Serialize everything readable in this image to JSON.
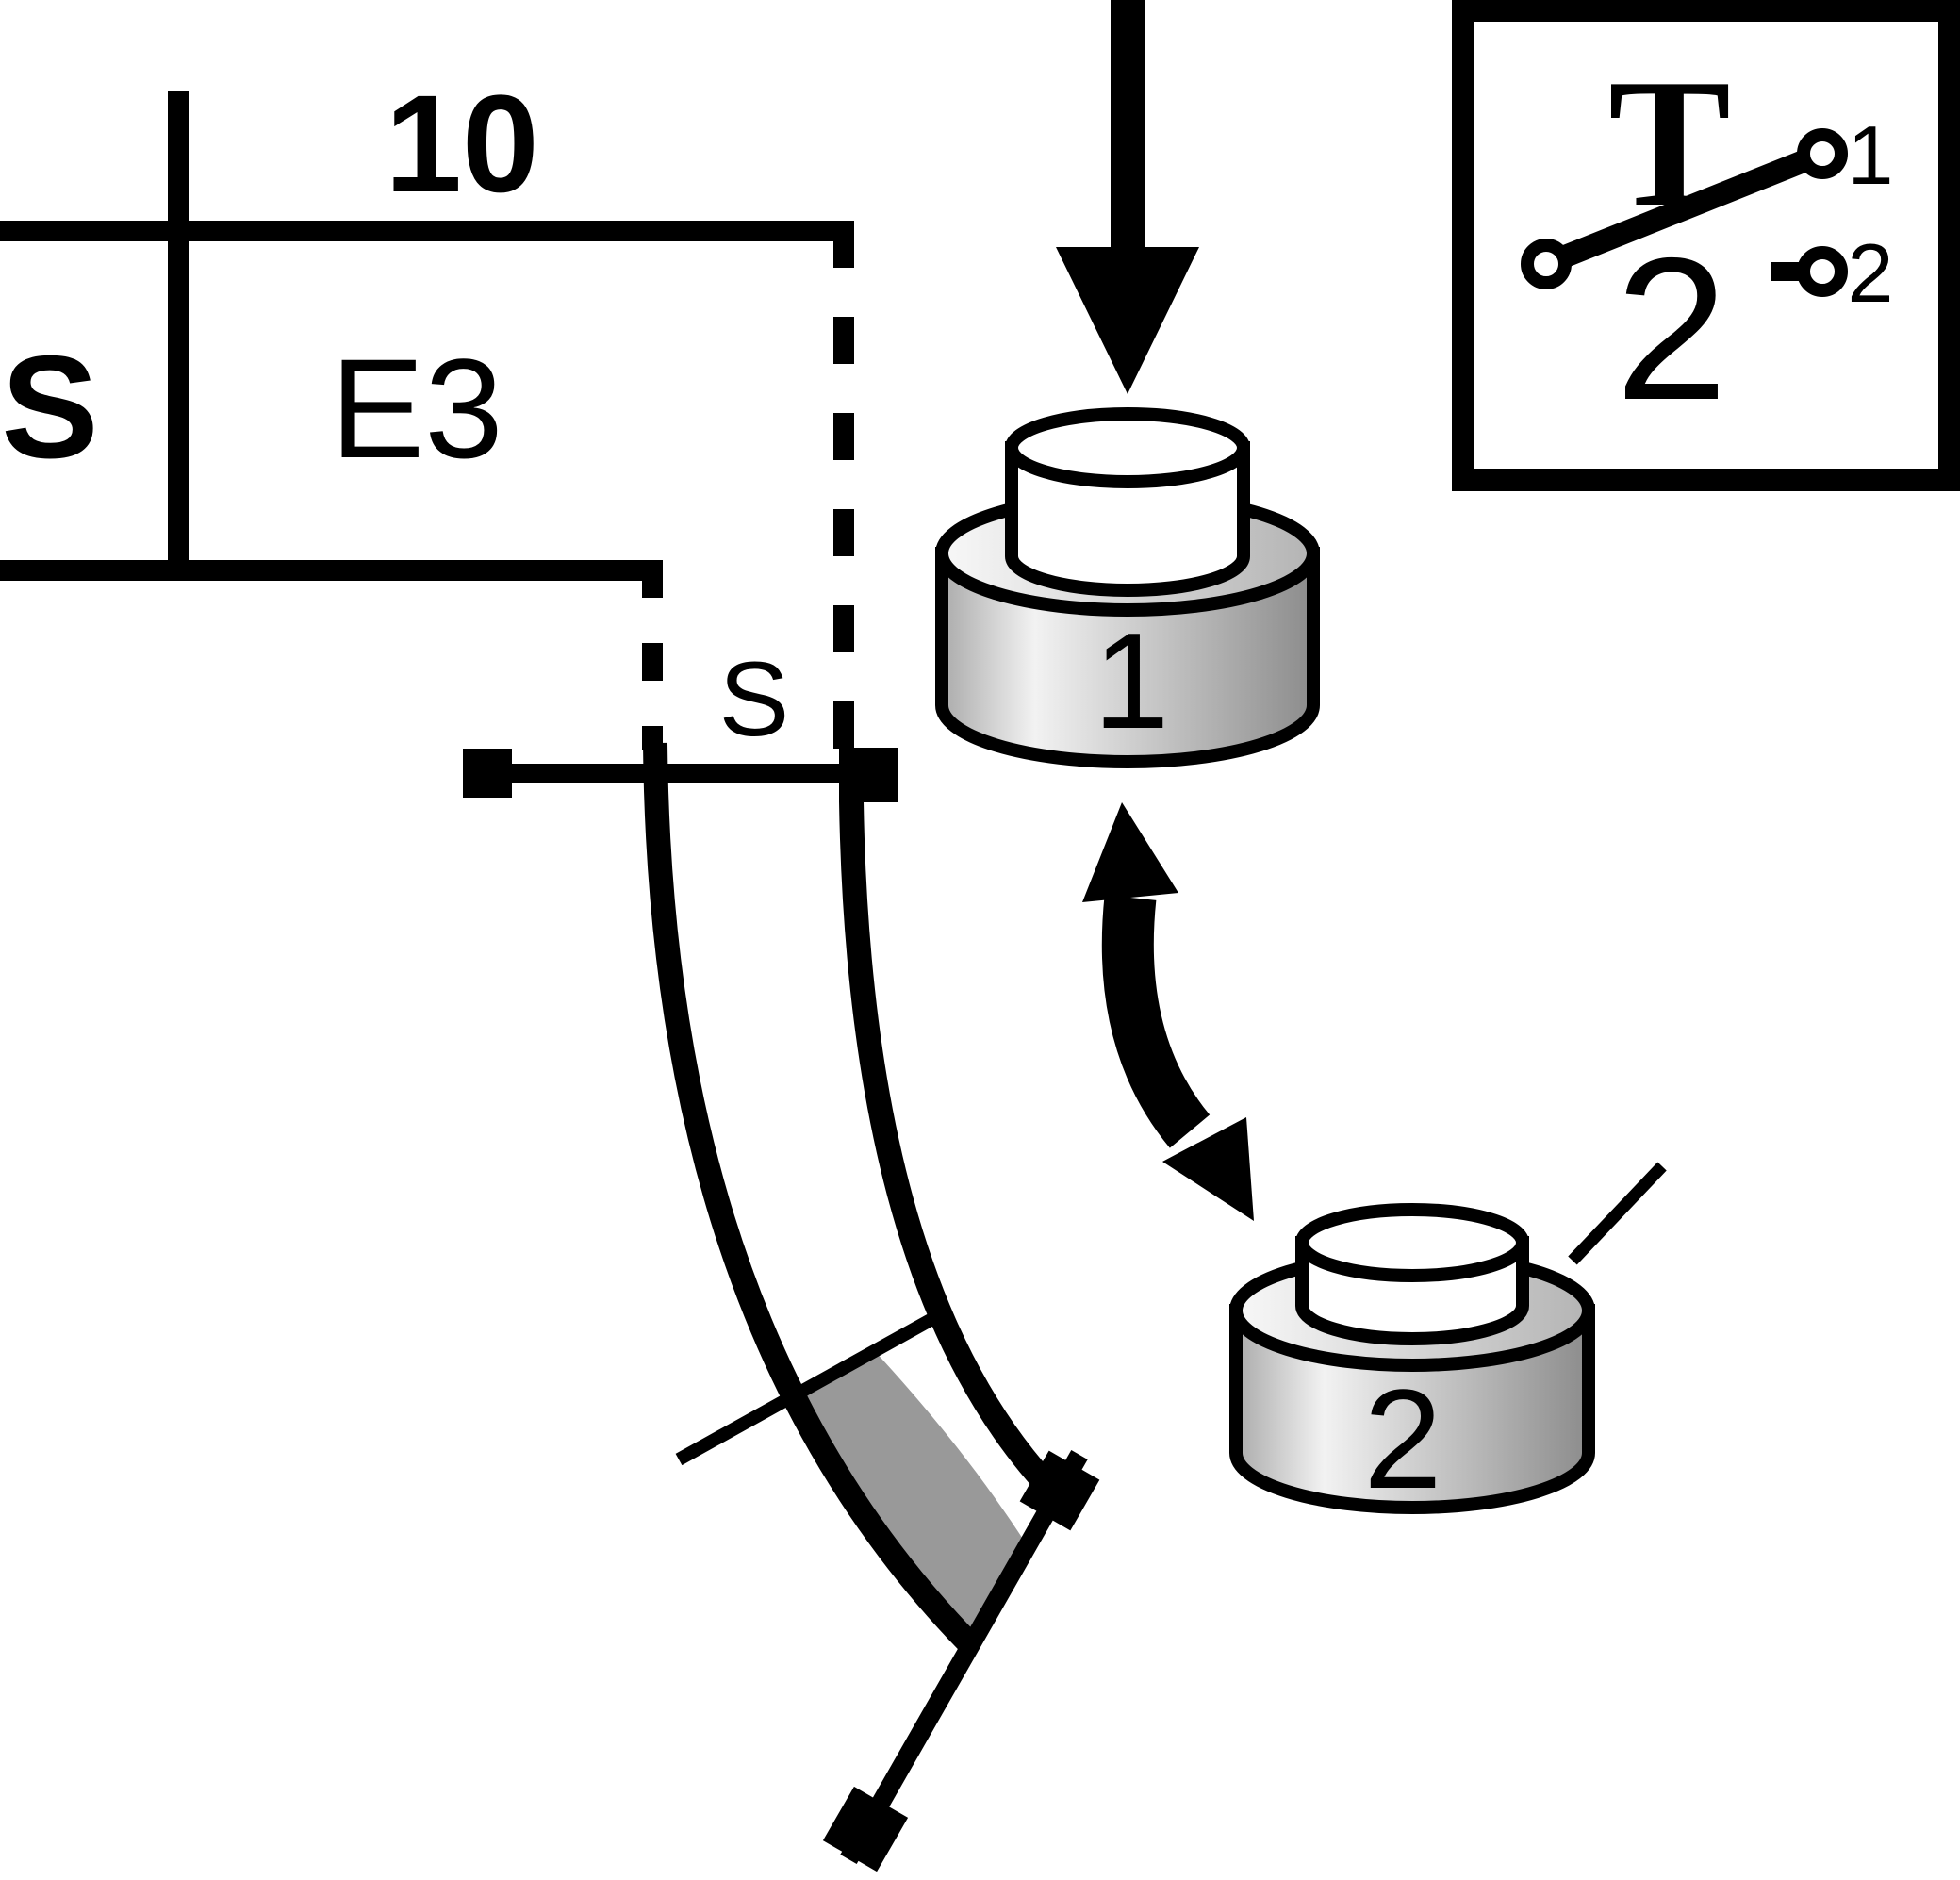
{
  "diagram": {
    "title_hint": "signal-box route and switch diagram",
    "schematic": {
      "route_number": "10",
      "signal_label": "S",
      "track_section_label": "E3",
      "clearance_point_label": "S"
    },
    "buttons": {
      "button_1_label": "1",
      "button_2_label": "2"
    },
    "switch_box": {
      "lever_symbol": "T",
      "position_label": "2",
      "contact_1_label": "1",
      "contact_2_label": "2"
    },
    "colors": {
      "ink": "#000000",
      "background": "#ffffff",
      "occupied_band": "#999999",
      "button_side_edge": "#ababab",
      "button_side_highlight": "#f2f2f2",
      "button_side_dark": "#8c8c8c",
      "button_top_light": "#f8f8f8",
      "button_top_dark": "#b4b4b4"
    }
  }
}
